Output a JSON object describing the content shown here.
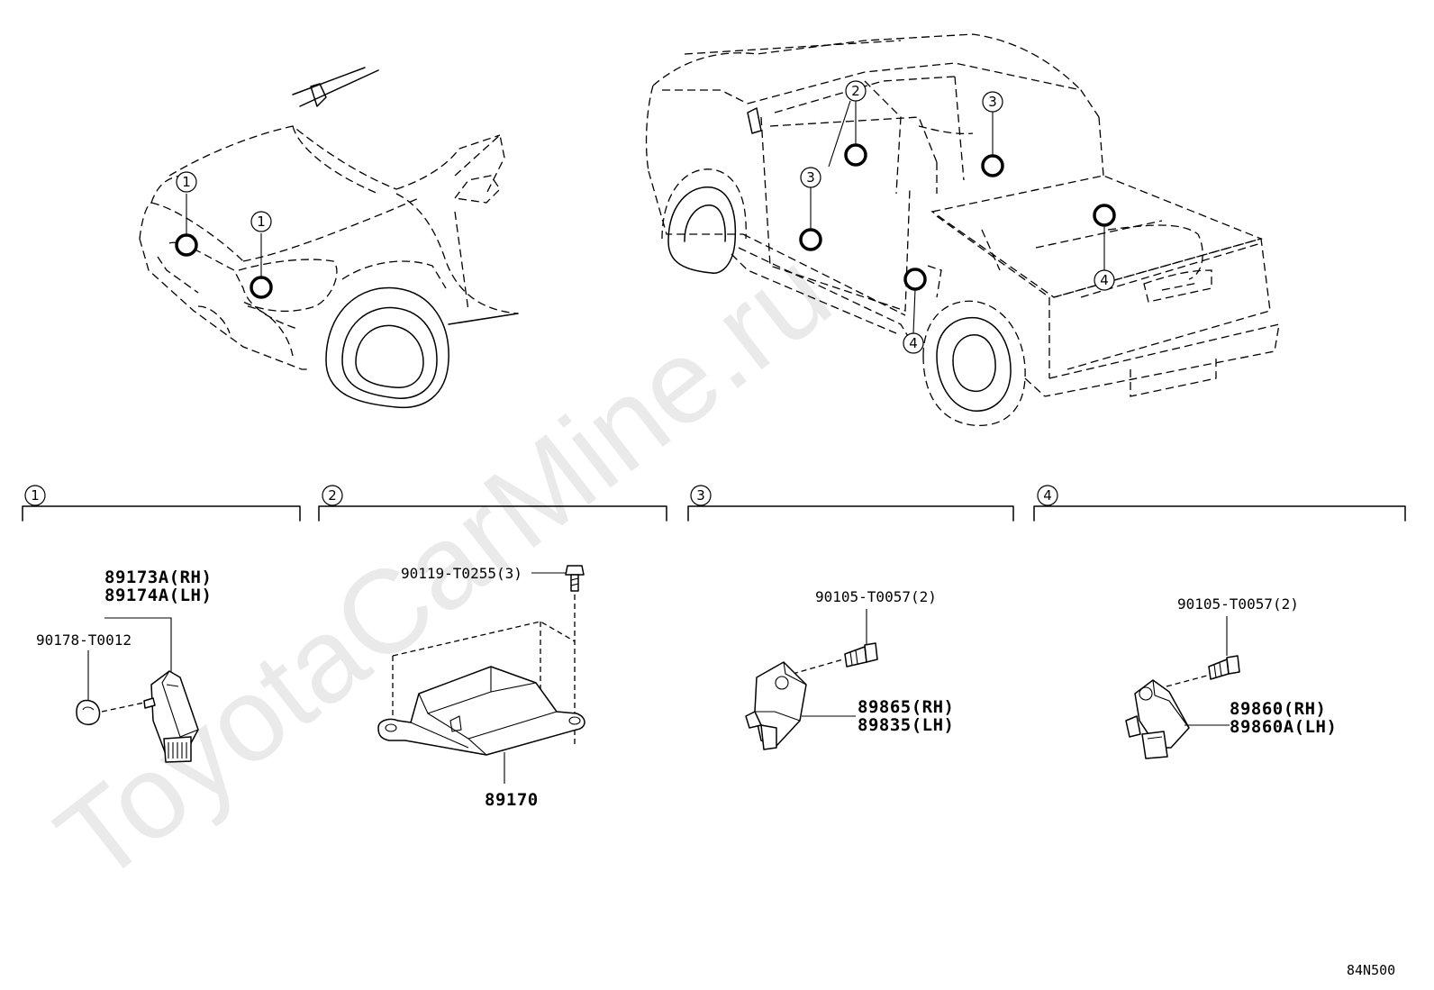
{
  "watermark": "ToyotaCarMine.ru",
  "diagram_code": "84N500",
  "callouts": [
    "1",
    "2",
    "3",
    "4"
  ],
  "sections": [
    {
      "id": "1",
      "labels": {
        "sensor_rh": "89173A(RH)",
        "sensor_lh": "89174A(LH)",
        "clip": "90178-T0012"
      }
    },
    {
      "id": "2",
      "labels": {
        "bolt": "90119-T0255(3)",
        "ecu": "89170"
      }
    },
    {
      "id": "3",
      "labels": {
        "bolt": "90105-T0057(2)",
        "sensor_rh": "89865(RH)",
        "sensor_lh": "89835(LH)"
      }
    },
    {
      "id": "4",
      "labels": {
        "bolt": "90105-T0057(2)",
        "sensor_rh": "89860(RH)",
        "sensor_lh": "89860A(LH)"
      }
    }
  ]
}
